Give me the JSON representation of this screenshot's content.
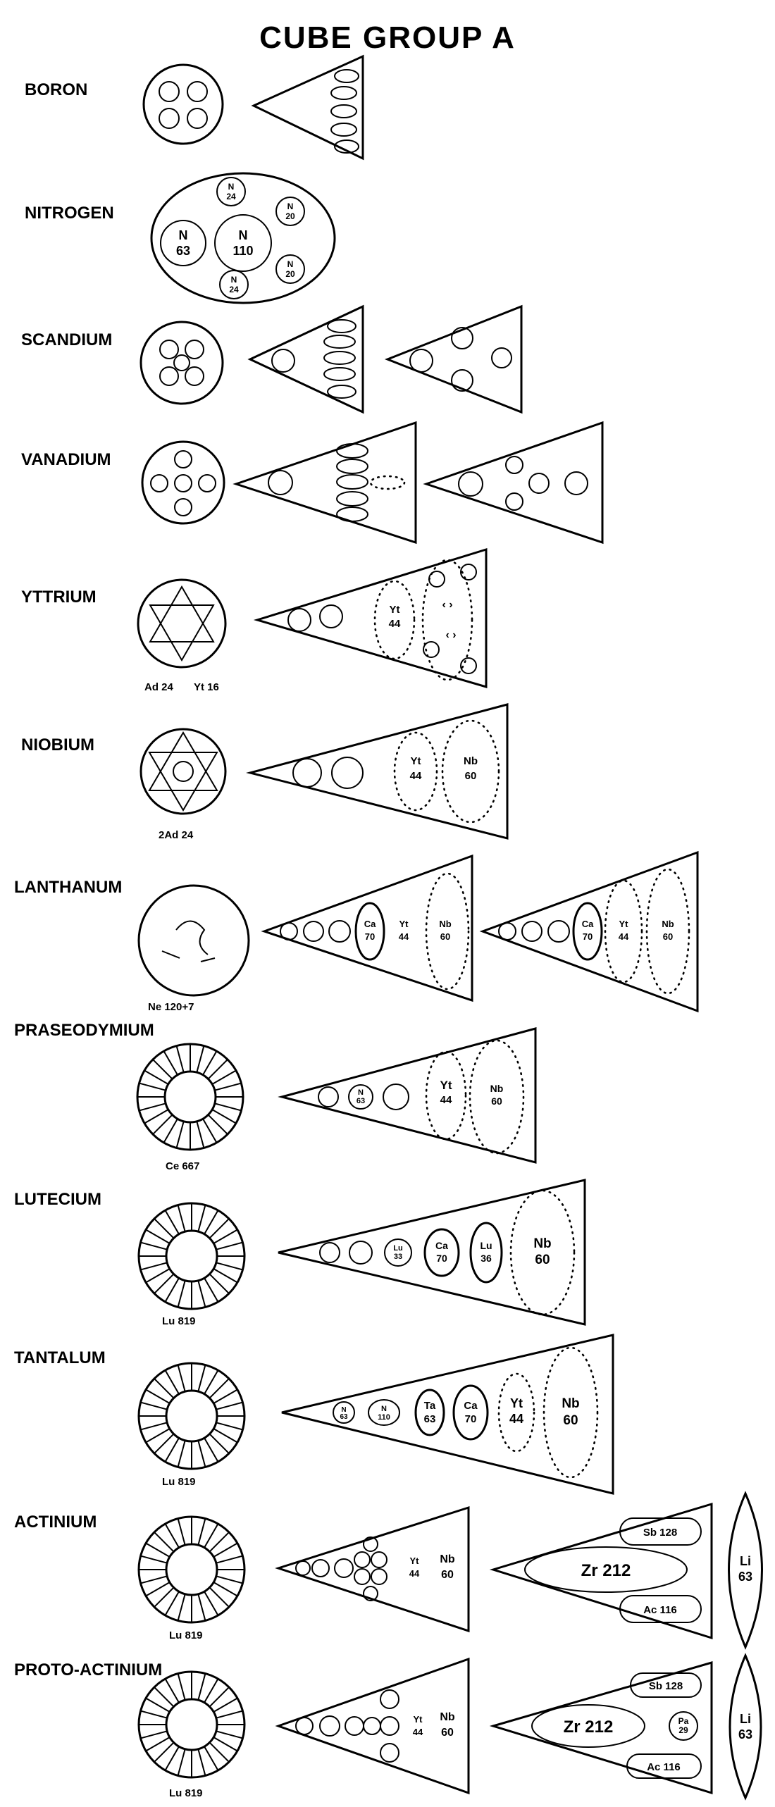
{
  "title": "CUBE GROUP A",
  "elements": {
    "boron": "BORON",
    "nitrogen": "NITROGEN",
    "scandium": "SCANDIUM",
    "vanadium": "VANADIUM",
    "yttrium": "YTTRIUM",
    "niobium": "NIOBIUM",
    "lanthanum": "LANTHANUM",
    "praseodymium": "PRASEODYMIUM",
    "lutecium": "LUTECIUM",
    "tantalum": "TANTALUM",
    "actinium": "ACTINIUM",
    "protoactinium": "PROTO-ACTINIUM"
  },
  "captions": {
    "yttrium_a": "Ad 24",
    "yttrium_b": "Yt 16",
    "niobium": "2Ad 24",
    "lanthanum": "Ne 120+7",
    "praseodymium": "Ce 667",
    "lutecium": "Lu 819",
    "tantalum": "Lu 819",
    "actinium": "Lu 819",
    "protoactinium": "Lu 819"
  },
  "bodies": {
    "nitrogen": {
      "n63": [
        "N",
        "63"
      ],
      "n110": [
        "N",
        "110"
      ],
      "n24a": [
        "N",
        "24"
      ],
      "n24b": [
        "N",
        "24"
      ],
      "n20a": [
        "N",
        "20"
      ],
      "n20b": [
        "N",
        "20"
      ]
    },
    "yttrium": {
      "yt44": [
        "Yt",
        "44"
      ]
    },
    "niobium": {
      "yt44": [
        "Yt",
        "44"
      ],
      "nb60": [
        "Nb",
        "60"
      ]
    },
    "lanthanum": {
      "ca70": [
        "Ca",
        "70"
      ],
      "yt44": [
        "Yt",
        "44"
      ],
      "nb60": [
        "Nb",
        "60"
      ]
    },
    "praseodymium": {
      "n63": [
        "N",
        "63"
      ],
      "yt44": [
        "Yt",
        "44"
      ],
      "nb60": [
        "Nb",
        "60"
      ]
    },
    "lutecium": {
      "lu33": [
        "Lu",
        "33"
      ],
      "ca70": [
        "Ca",
        "70"
      ],
      "lu36": [
        "Lu",
        "36"
      ],
      "nb60": [
        "Nb",
        "60"
      ]
    },
    "tantalum": {
      "n63": [
        "N",
        "63"
      ],
      "n110": [
        "N",
        "110"
      ],
      "ta63": [
        "Ta",
        "63"
      ],
      "ca70": [
        "Ca",
        "70"
      ],
      "yt44": [
        "Yt",
        "44"
      ],
      "nb60": [
        "Nb",
        "60"
      ]
    },
    "actinium": {
      "yt44": [
        "Yt",
        "44"
      ],
      "nb60": [
        "Nb",
        "60"
      ],
      "sb128": "Sb 128",
      "zr212": "Zr 212",
      "ac116": "Ac 116",
      "li63": [
        "Li",
        "63"
      ]
    },
    "protoactinium": {
      "yt44": [
        "Yt",
        "44"
      ],
      "nb60": [
        "Nb",
        "60"
      ],
      "sb128": "Sb 128",
      "zr212": "Zr 212",
      "pa29": [
        "Pa",
        "29"
      ],
      "ac116": "Ac 116",
      "li63": [
        "Li",
        "63"
      ]
    }
  }
}
